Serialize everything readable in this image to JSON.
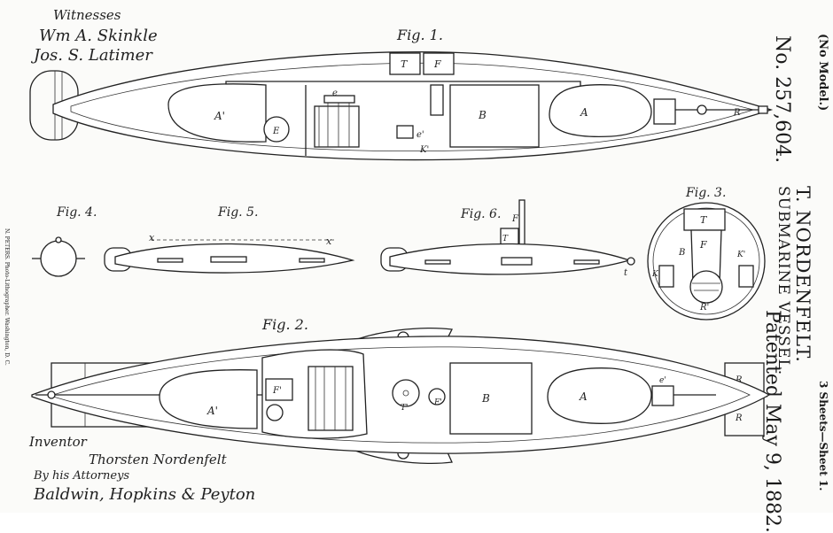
{
  "witnesses": {
    "heading": "Witnesses",
    "names": [
      "Wm A. Skinkle",
      "Jos. S. Latimer"
    ]
  },
  "header": {
    "no_model": "(No Model.)",
    "patent_number": "No. 257,604.",
    "inventor_name": "T. NORDENFELT.",
    "title": "SUBMARINE VESSEL.",
    "date": "Patented May 9, 1882.",
    "sheets": "3 Sheets—Sheet 1."
  },
  "engraver": "N. PETERS. Photo-Lithographer. Washington, D. C.",
  "figures": {
    "fig1": "Fig. 1.",
    "fig2": "Fig. 2.",
    "fig3": "Fig. 3.",
    "fig4": "Fig. 4.",
    "fig5": "Fig. 5.",
    "fig6": "Fig. 6."
  },
  "labels": {
    "A": "A",
    "A1": "A'",
    "B": "B",
    "E": "E",
    "F": "F",
    "T": "T",
    "R": "R",
    "K1": "K'",
    "e": "e",
    "e1": "e'",
    "T1": "T'",
    "F1": "F'",
    "R1": "R'",
    "x": "x",
    "t": "t"
  },
  "inventor": {
    "heading": "Inventor",
    "name": "Thorsten Nordenfelt",
    "by": "By his Attorneys",
    "attorneys": "Baldwin, Hopkins & Peyton"
  }
}
